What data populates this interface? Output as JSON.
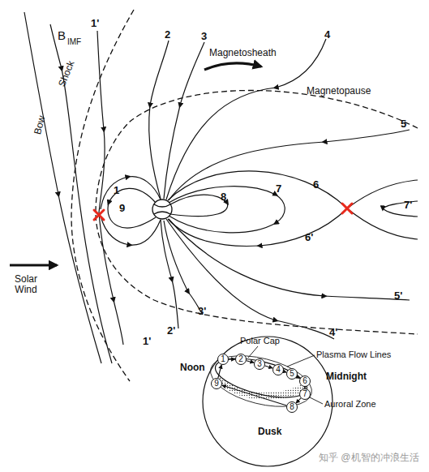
{
  "diagram": {
    "nodes": [
      {
        "text": [
          "1"
        ]
      },
      {
        "text": [
          "2"
        ]
      },
      {
        "text": [
          "3"
        ]
      },
      {
        "text": [
          "4"
        ]
      },
      {
        "text": [
          "5"
        ]
      },
      {
        "text": [
          "6"
        ]
      },
      {
        "text": [
          "7"
        ]
      },
      {
        "text": [
          "8"
        ]
      },
      {
        "text": [
          "9"
        ]
      }
    ],
    "edges": [
      {
        "from": 0,
        "to": 1,
        "arrow": "to"
      },
      {
        "from": 1,
        "to": 2,
        "arrow": "to"
      },
      {
        "from": 2,
        "to": 3,
        "arrow": "to"
      },
      {
        "from": 3,
        "to": 4,
        "arrow": "to"
      },
      {
        "from": 4,
        "to": 5,
        "arrow": "to"
      },
      {
        "from": 5,
        "to": 6,
        "arrow": "to"
      },
      {
        "from": 6,
        "to": 7,
        "arrow": "to"
      },
      {
        "from": 7,
        "to": 8,
        "arrow": "to"
      },
      {
        "from": 8,
        "to": 0,
        "arrow": "to"
      }
    ],
    "labels": [
      "1'",
      "B",
      "IMF",
      "Bow",
      "Shock",
      "2",
      "3",
      "4",
      "Magnetosheath",
      "Magnetopause",
      "5",
      "1",
      "9",
      "8",
      "7",
      "6",
      "7'",
      "6'",
      "Solar Wind",
      "5'",
      "4'",
      "3'",
      "2'",
      "1'",
      "Polar Cap",
      "Noon",
      "Plasma Flow Lines",
      "Midnight",
      "Auroral Zone",
      "Dusk",
      "知乎 @机智的冲浪生活"
    ]
  }
}
